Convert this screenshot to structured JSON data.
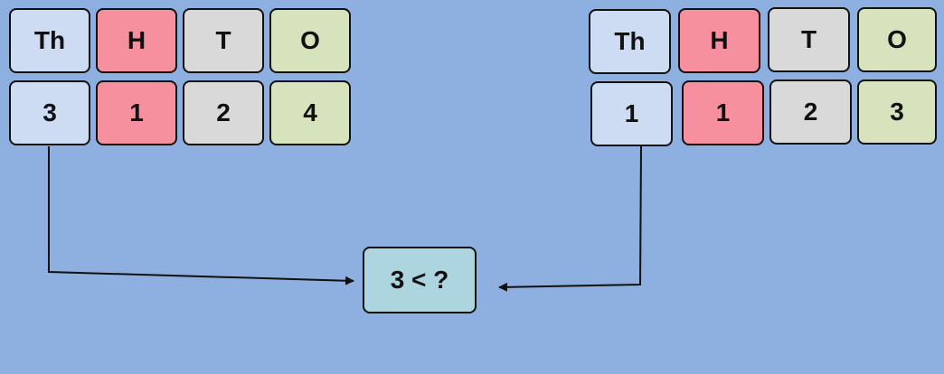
{
  "left_number": {
    "headers": [
      "Th",
      "H",
      "T",
      "O"
    ],
    "digits": [
      "3",
      "1",
      "2",
      "4"
    ]
  },
  "right_number": {
    "headers": [
      "Th",
      "H",
      "T",
      "O"
    ],
    "digits": [
      "1",
      "1",
      "2",
      "3"
    ]
  },
  "comparison": {
    "text": "3 < ?"
  },
  "colors": {
    "background": "#8db0e0",
    "thousands": "#cddcf2",
    "hundreds": "#f6909f",
    "tens": "#d9d9d9",
    "ones": "#d6e3bc",
    "comparison_box": "#add5e0"
  }
}
